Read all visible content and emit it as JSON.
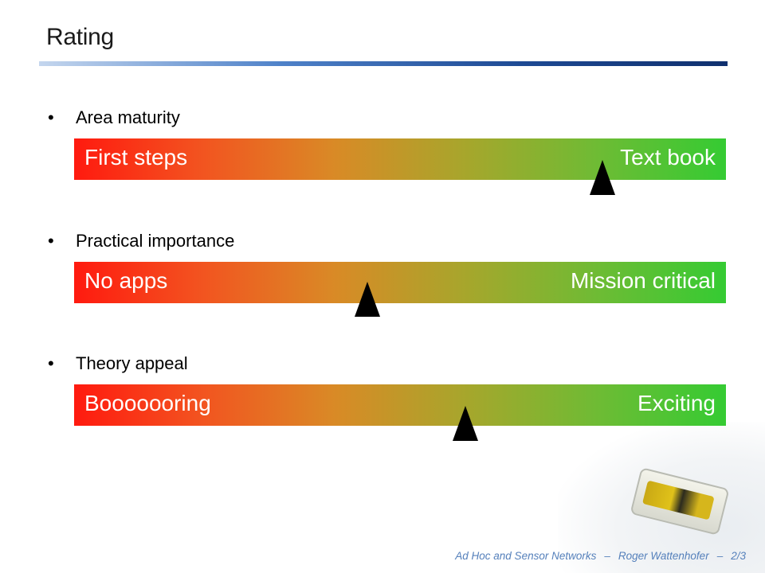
{
  "slide": {
    "title": "Rating",
    "bullet_char": "•",
    "ratings": [
      {
        "label": "Area maturity",
        "scale_low": "First steps",
        "scale_high": "Text book",
        "marker_position": 0.81
      },
      {
        "label": "Practical importance",
        "scale_low": "No apps",
        "scale_high": "Mission critical",
        "marker_position": 0.45
      },
      {
        "label": "Theory appeal",
        "scale_low": "Booooooring",
        "scale_high": "Exciting",
        "marker_position": 0.6
      }
    ],
    "footer": {
      "course": "Ad Hoc and Sensor Networks",
      "separator": "–",
      "author": "Roger Wattenhofer",
      "page": "2/3"
    }
  },
  "colors": {
    "bar_start": "#ff1a0f",
    "bar_mid": "#a7a62c",
    "bar_end": "#35cb33",
    "title_rule": "#1e4a94",
    "footer_text": "#5580bb",
    "marker": "#000000"
  }
}
